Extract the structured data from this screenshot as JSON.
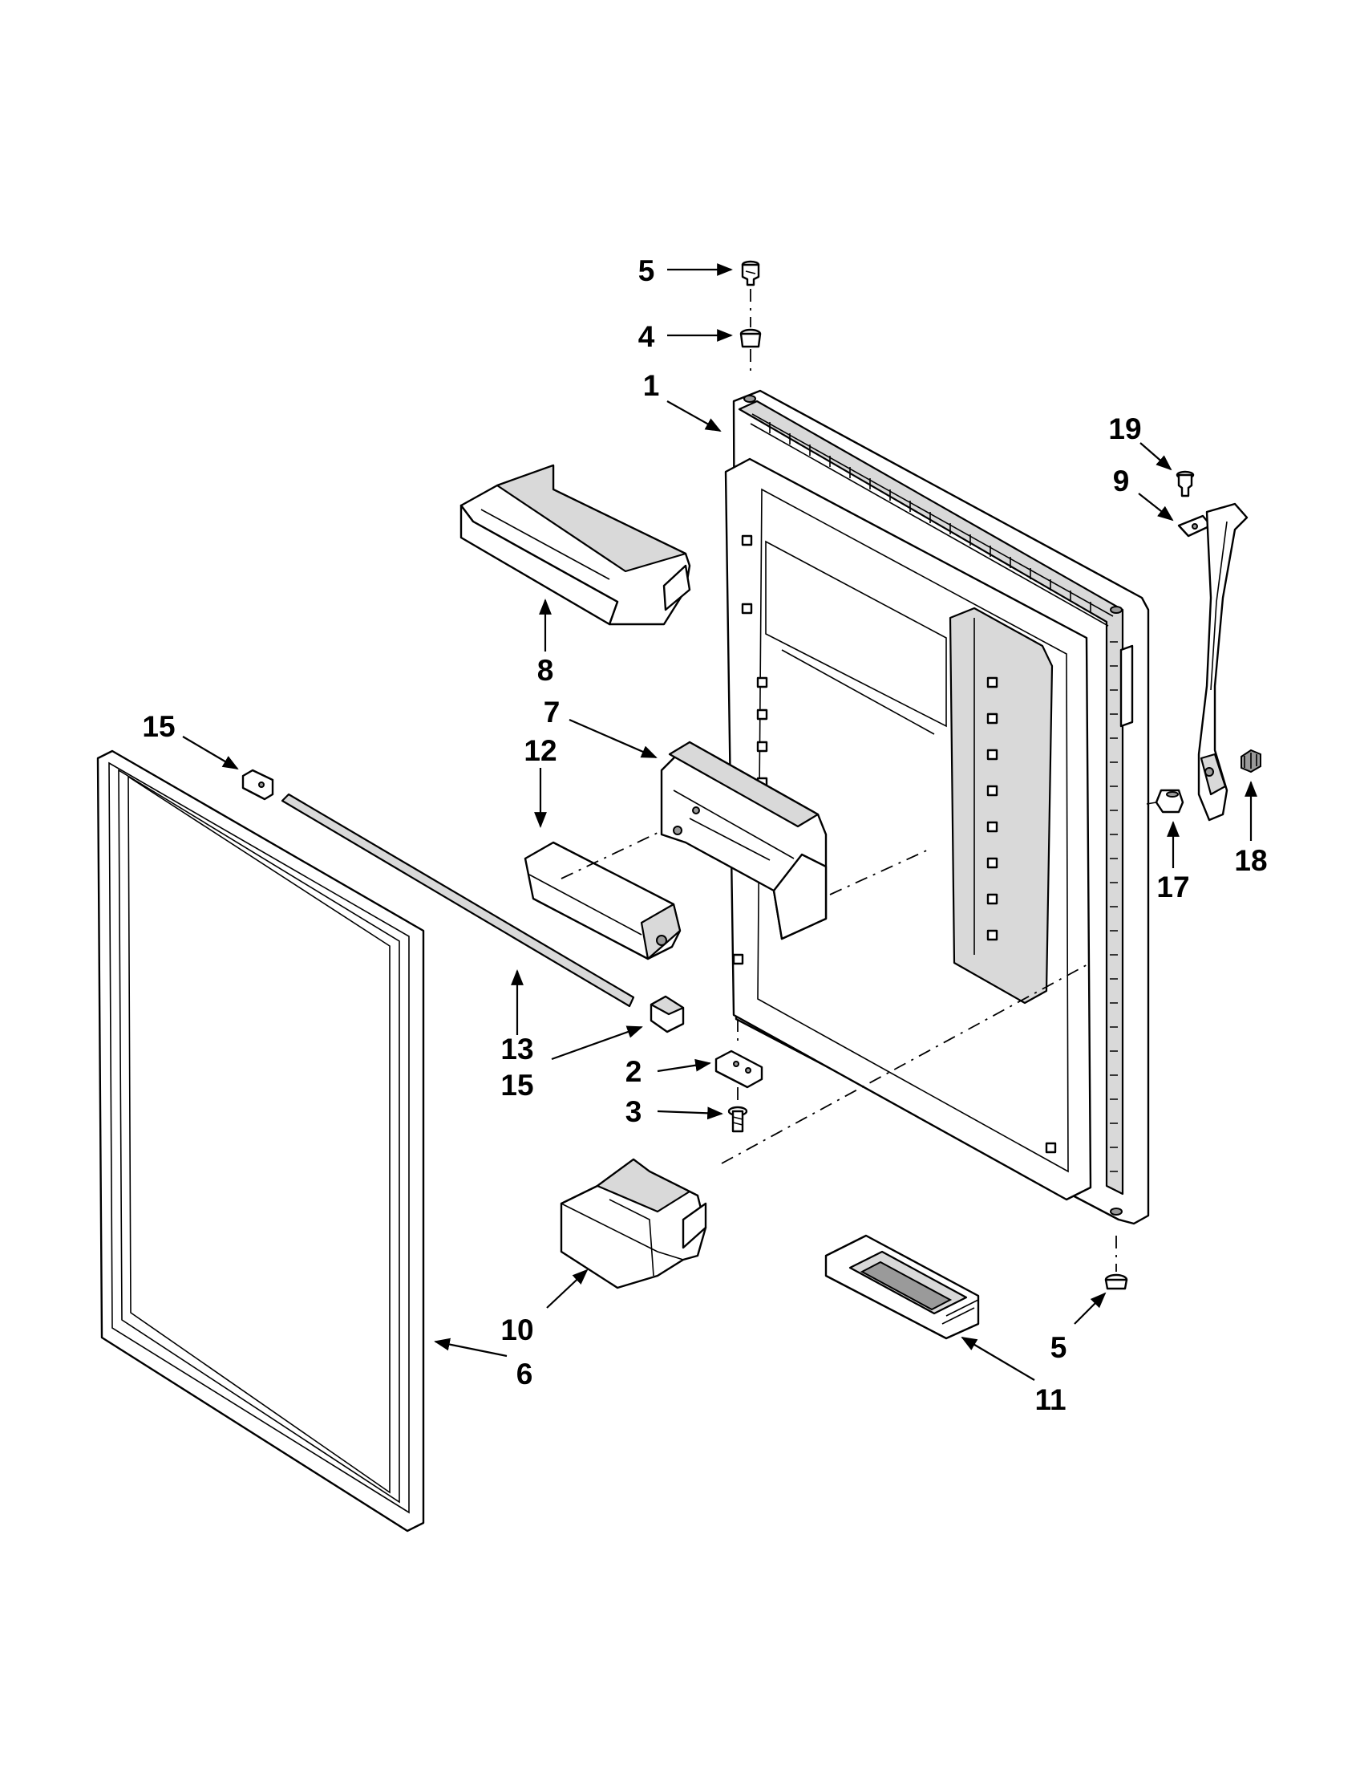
{
  "callouts": {
    "c1": "1",
    "c2": "2",
    "c3": "3",
    "c4": "4",
    "c5_top": "5",
    "c5_bottom": "5",
    "c6": "6",
    "c7": "7",
    "c8": "8",
    "c9": "9",
    "c10": "10",
    "c11": "11",
    "c12": "12",
    "c13": "13",
    "c15_top": "15",
    "c15_bottom": "15",
    "c17": "17",
    "c18": "18",
    "c19": "19"
  },
  "colors": {
    "line": "#000000",
    "background": "#ffffff",
    "shade": "#d9d9d9"
  }
}
